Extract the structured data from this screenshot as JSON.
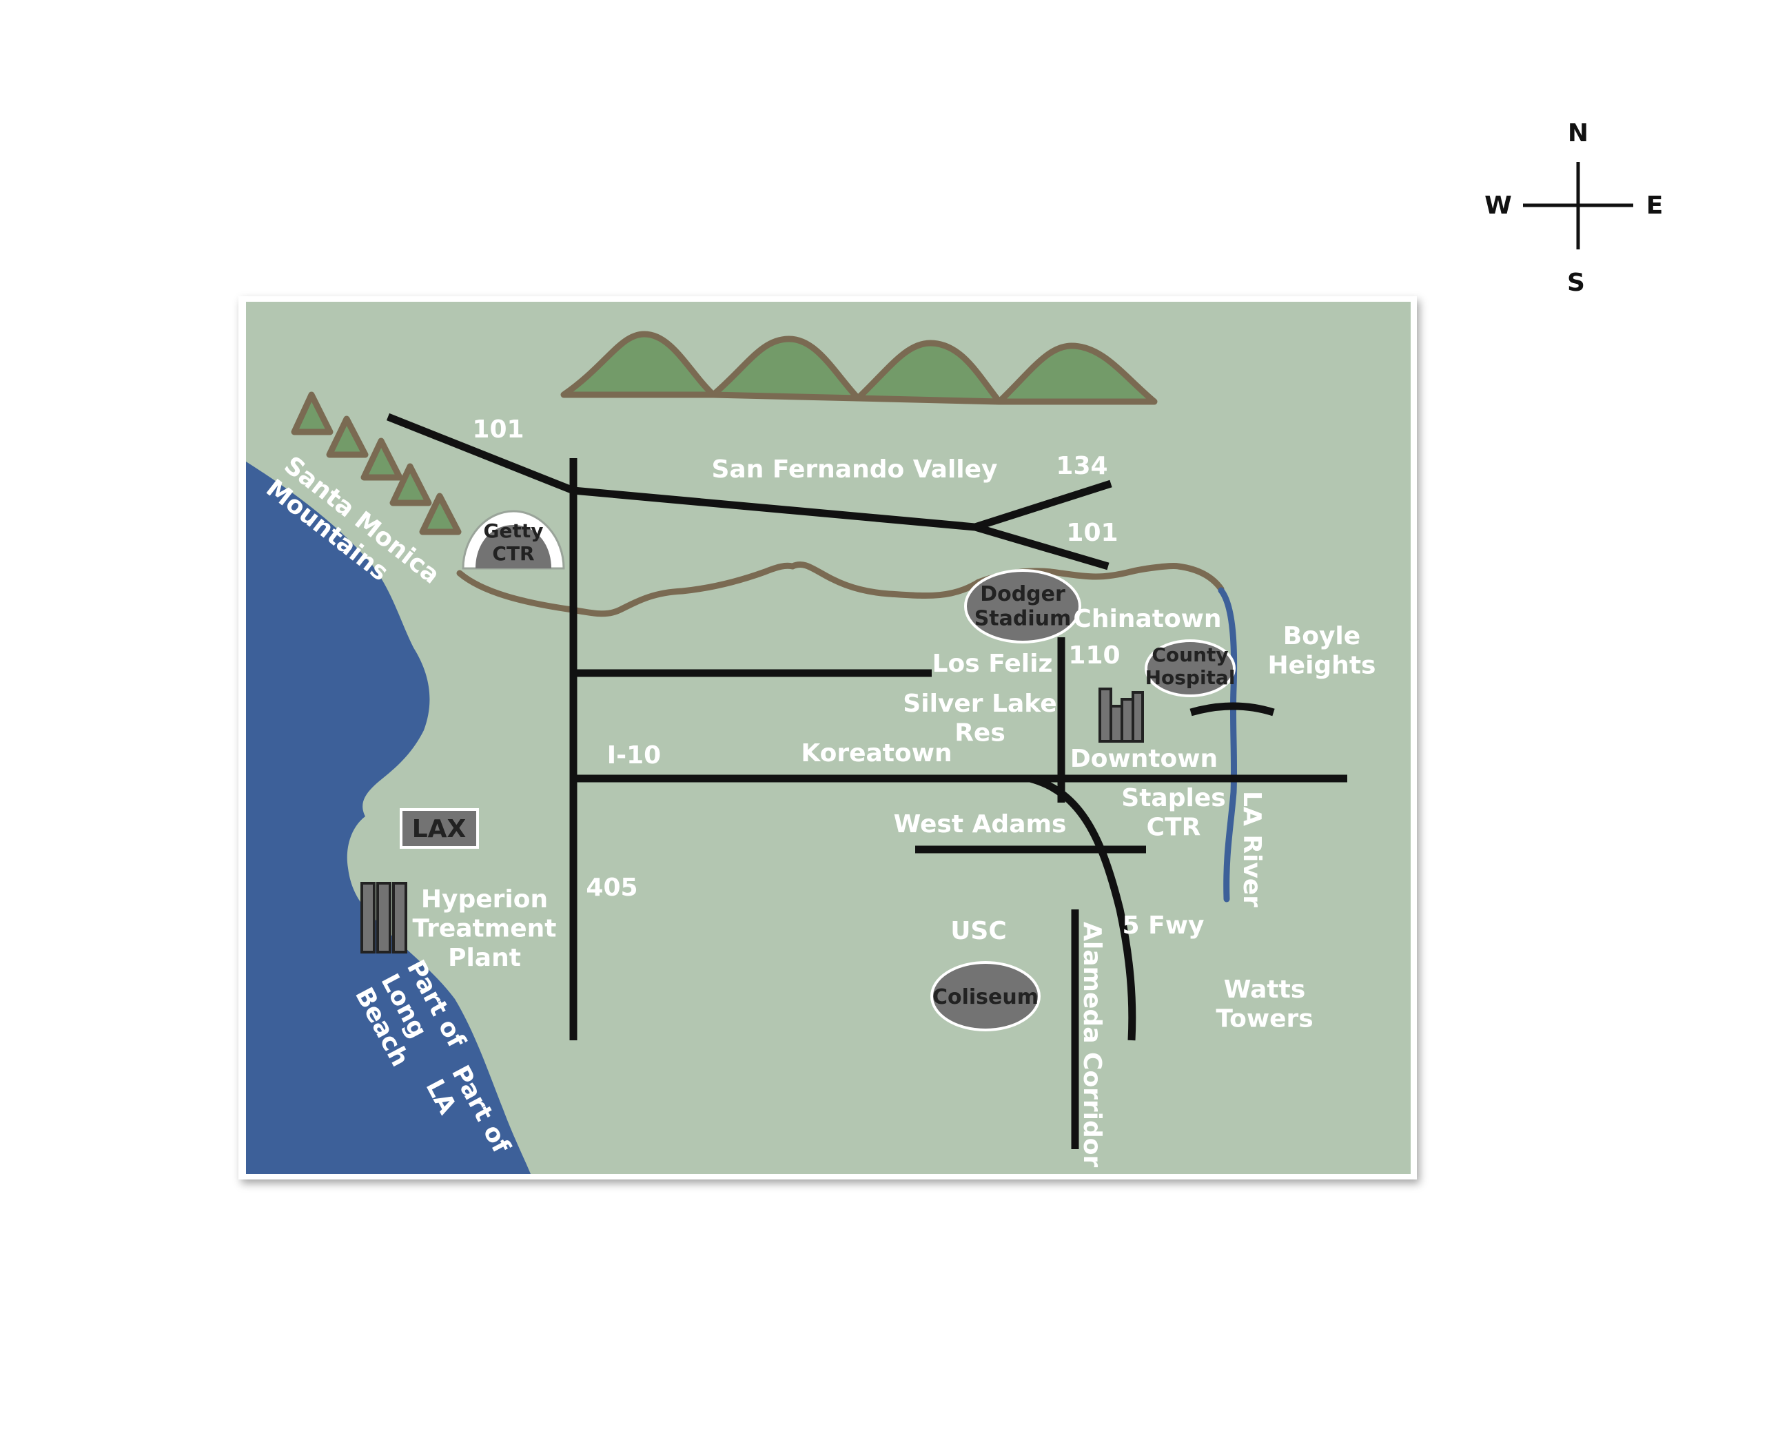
{
  "compass": {
    "north": "N",
    "south": "S",
    "east": "E",
    "west": "W"
  },
  "colors": {
    "land": "#b3c6b1",
    "ocean": "#3d6099",
    "mountain_fill": "#739b69",
    "mountain_outline": "#7a6a52",
    "ridge": "#7a6a52",
    "road": "#111111",
    "river": "#3d6099",
    "landmark": "#737373"
  },
  "labels": {
    "route_101_west": "101",
    "san_fernando_valley": "San Fernando Valley",
    "route_134": "134",
    "route_101_east": "101",
    "santa_monica_mountains": "Santa Monica\nMountains",
    "getty": "Getty\nCTR",
    "dodger_stadium": "Dodger\nStadium",
    "chinatown": "Chinatown",
    "boyle_heights": "Boyle\nHeights",
    "county_hospital": "County\nHospital",
    "los_feliz": "Los Feliz",
    "route_110": "110",
    "silver_lake": "Silver Lake\nRes",
    "i10": "I-10",
    "koreatown": "Koreatown",
    "downtown": "Downtown",
    "staples": "Staples\nCTR",
    "la_river": "LA River",
    "west_adams": "West Adams",
    "lax": "LAX",
    "hyperion": "Hyperion\nTreatment\nPlant",
    "route_405": "405",
    "usc": "USC",
    "five_fwy": "5 Fwy",
    "coliseum": "Coliseum",
    "alameda_corridor": "Alameda Corridor",
    "watts_towers": "Watts\nTowers",
    "part_of_long_beach": "Part of\nLong\nBeach",
    "part_of_la": "Part of\nLA"
  }
}
